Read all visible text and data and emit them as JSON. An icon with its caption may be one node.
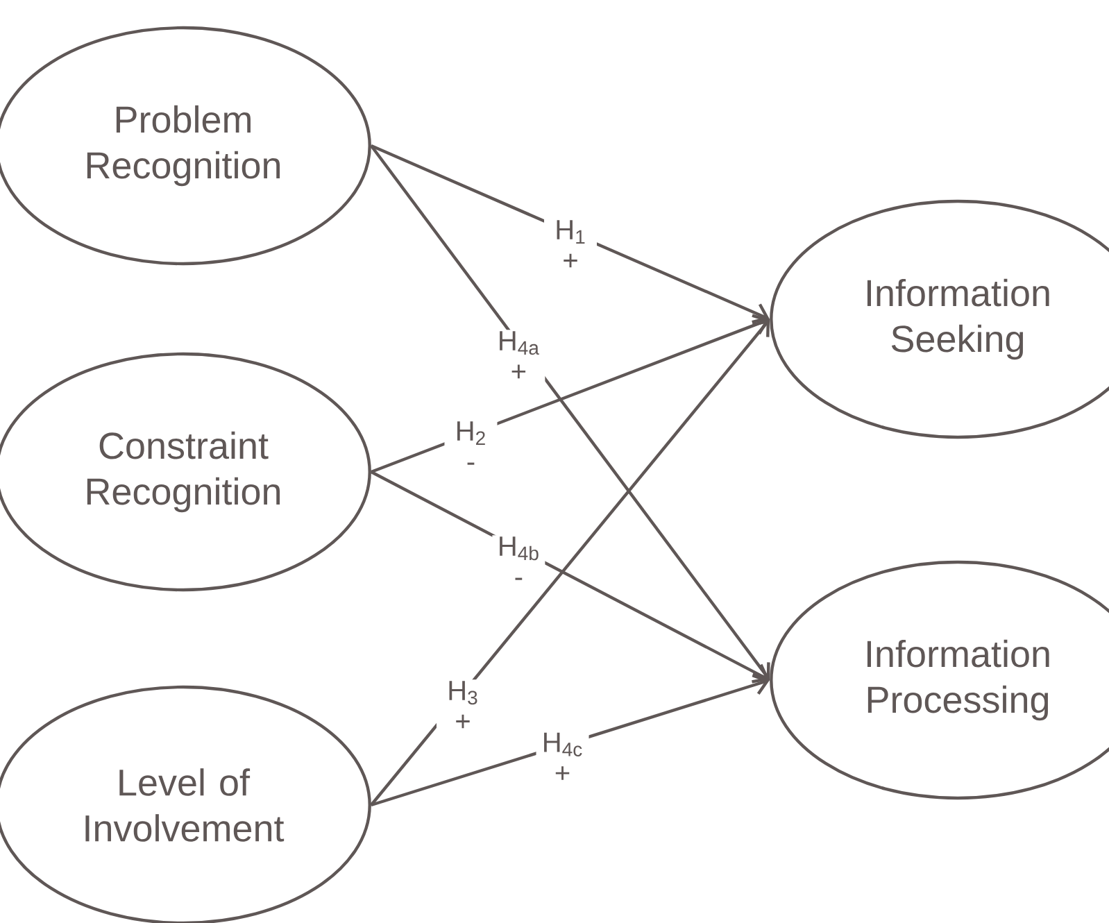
{
  "diagram": {
    "nodes": [
      {
        "text": [
          "Problem Recognition"
        ]
      },
      {
        "text": [
          "Constraint Recognition"
        ]
      },
      {
        "text": [
          "Level of Involvement"
        ]
      },
      {
        "text": [
          "Information Seeking"
        ]
      },
      {
        "text": [
          "Information Processing"
        ]
      }
    ],
    "edges": [
      {
        "from": 0,
        "to": 3,
        "arrow": "to",
        "label": "H$_{1}$ +"
      },
      {
        "from": 0,
        "to": 4,
        "arrow": "to",
        "label": "H$_{4a}$ +"
      },
      {
        "from": 1,
        "to": 3,
        "arrow": "to",
        "label": "H$_{2}$ -"
      },
      {
        "from": 1,
        "to": 4,
        "arrow": "to",
        "label": "H$_{4b}$ -"
      },
      {
        "from": 2,
        "to": 3,
        "arrow": "to",
        "label": "H$_{3}$ +"
      },
      {
        "from": 2,
        "to": 4,
        "arrow": "to",
        "label": "H$_{4c}$ +"
      }
    ]
  }
}
